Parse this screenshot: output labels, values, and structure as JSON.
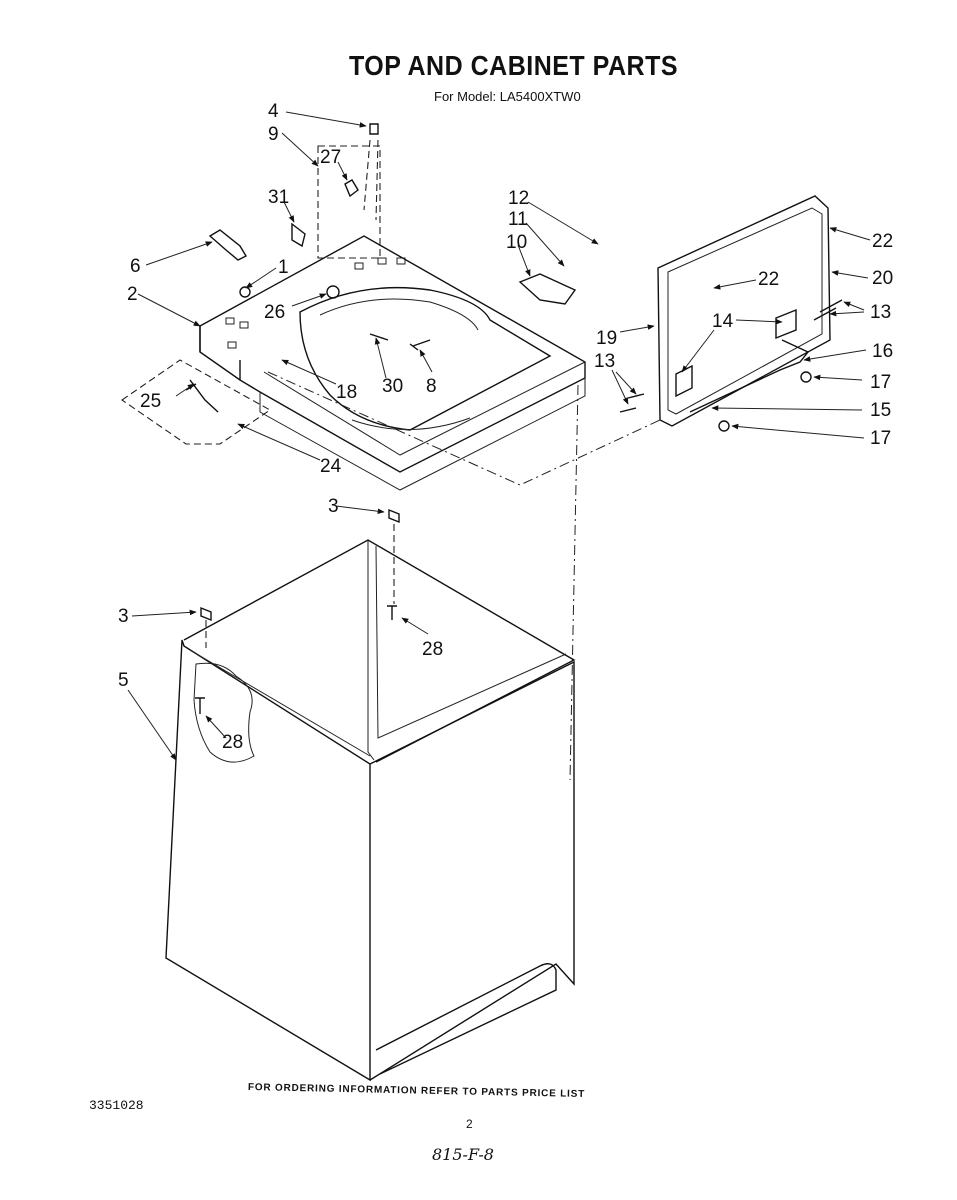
{
  "header": {
    "title": "TOP AND CABINET PARTS",
    "subtitle": "For Model: LA5400XTW0"
  },
  "footer": {
    "ordering_note": "FOR ORDERING INFORMATION REFER TO PARTS PRICE LIST",
    "doc_number": "3351028",
    "page_number": "2",
    "handwritten_code": "815-F-8"
  },
  "callouts": {
    "c1": "1",
    "c2": "2",
    "c3a": "3",
    "c3b": "3",
    "c4": "4",
    "c5": "5",
    "c6": "6",
    "c8": "8",
    "c9": "9",
    "c10": "10",
    "c11": "11",
    "c12": "12",
    "c13a": "13",
    "c13b": "13",
    "c14": "14",
    "c15": "15",
    "c16": "16",
    "c17a": "17",
    "c17b": "17",
    "c18": "18",
    "c19": "19",
    "c20": "20",
    "c22a": "22",
    "c22b": "22",
    "c24": "24",
    "c25": "25",
    "c26": "26",
    "c27": "27",
    "c28a": "28",
    "c28b": "28",
    "c30": "30",
    "c31": "31"
  }
}
